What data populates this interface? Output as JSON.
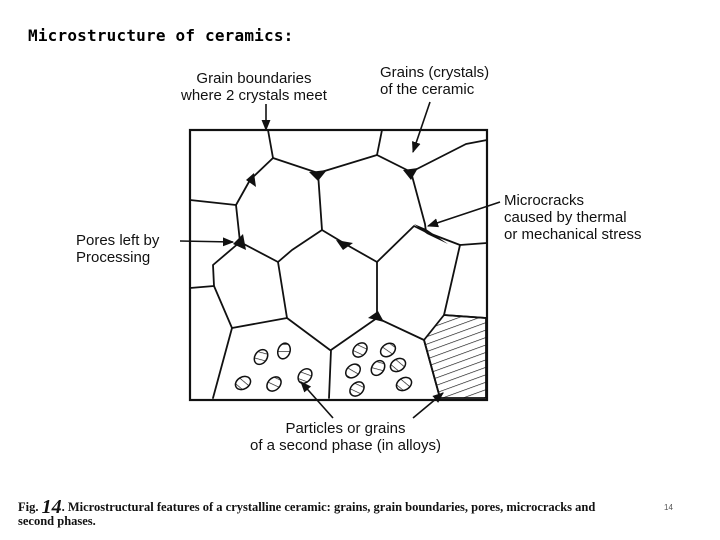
{
  "title": "Microstructure of ceramics:",
  "labels": {
    "grain_boundaries": [
      "Grain boundaries",
      "where 2 crystals meet"
    ],
    "grains": [
      "Grains (crystals)",
      "of the ceramic"
    ],
    "microcracks": [
      "Microcracks",
      "caused by thermal",
      "or mechanical stress"
    ],
    "pores": [
      "Pores left by",
      "Processing"
    ],
    "particles": [
      "Particles or grains",
      "of a second phase (in alloys)"
    ]
  },
  "caption": {
    "prefix": "Fig.",
    "fig_number": "14",
    "line1": ". Microstructural features of a crystalline ceramic: grains, grain boundaries, pores, microcracks and",
    "line2": "second phases."
  },
  "slide_number": "14",
  "colors": {
    "ink": "#111111",
    "background": "#ffffff"
  }
}
